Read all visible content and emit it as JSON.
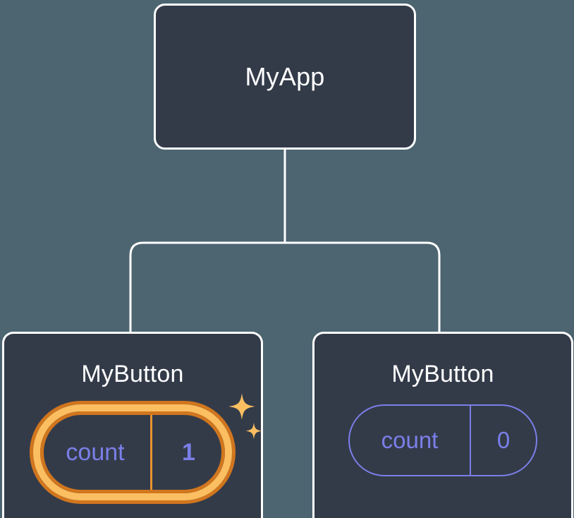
{
  "diagram": {
    "title": "React component tree with highlighted state",
    "background_color": "#4c6571",
    "node_fill_color": "#333b49",
    "node_border_color": "#ffffff",
    "state_color": "#7b7fe8",
    "highlight_color": "#fbbf62",
    "highlight_edge_color": "#d1761e",
    "sparkle_color": "#fbbf62"
  },
  "nodes": {
    "root": {
      "label": "MyApp"
    },
    "child_left": {
      "label": "MyButton",
      "state": {
        "key": "count",
        "value": "1",
        "highlighted": "true"
      },
      "sparkle_icons": [
        "sparkle-large-icon",
        "sparkle-small-icon"
      ]
    },
    "child_right": {
      "label": "MyButton",
      "state": {
        "key": "count",
        "value": "0",
        "highlighted": "false"
      }
    }
  },
  "edges": [
    {
      "from": "MyApp",
      "to": "MyButton (left)"
    },
    {
      "from": "MyApp",
      "to": "MyButton (right)"
    }
  ]
}
